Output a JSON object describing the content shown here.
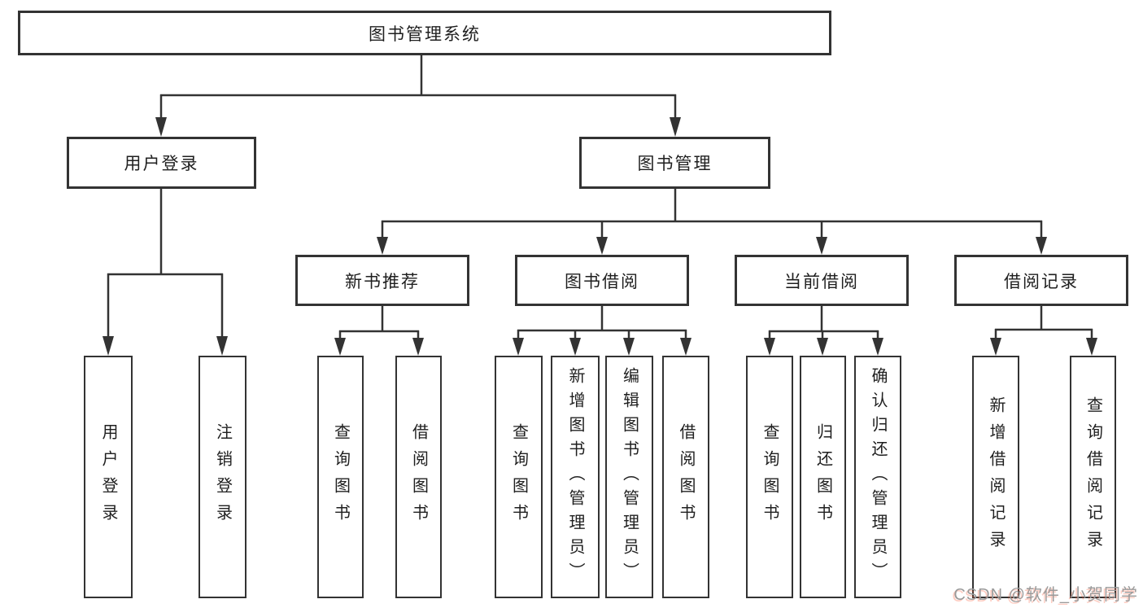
{
  "diagram": {
    "type": "hierarchy-tree",
    "orientation": "top-down",
    "colors": {
      "line": "#333333",
      "box_border": "#333333",
      "box_fill": "#ffffff",
      "text": "#1f1f1f",
      "background": "#ffffff",
      "watermark_gray": "#9a9a9a",
      "watermark_accent": "#fc5531"
    }
  },
  "tree": {
    "label": "图书管理系统",
    "children": [
      {
        "label": "用户登录",
        "children": [
          {
            "label": "用户登录"
          },
          {
            "label": "注销登录"
          }
        ]
      },
      {
        "label": "图书管理",
        "children": [
          {
            "label": "新书推荐",
            "children": [
              {
                "label": "查询图书"
              },
              {
                "label": "借阅图书"
              }
            ]
          },
          {
            "label": "图书借阅",
            "children": [
              {
                "label": "查询图书"
              },
              {
                "label": "新增图书（管理员）"
              },
              {
                "label": "编辑图书（管理员）"
              },
              {
                "label": "借阅图书"
              }
            ]
          },
          {
            "label": "当前借阅",
            "children": [
              {
                "label": "查询图书"
              },
              {
                "label": "归还图书"
              },
              {
                "label": "确认归还（管理员）"
              }
            ]
          },
          {
            "label": "借阅记录",
            "children": [
              {
                "label": "新增借阅记录"
              },
              {
                "label": "查询借阅记录"
              }
            ]
          }
        ]
      }
    ]
  },
  "watermark": {
    "text": "CSDN @软件_小贺同学"
  }
}
